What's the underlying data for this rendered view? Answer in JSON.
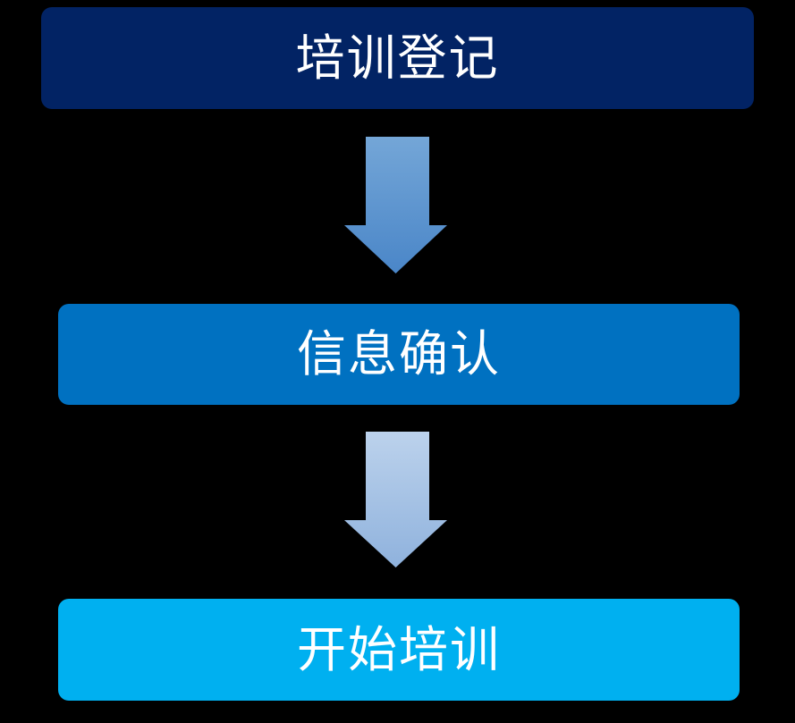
{
  "diagram": {
    "title": "training-process-flowchart",
    "background_color": "#000000",
    "text_color": "#ffffff",
    "steps": [
      {
        "label": "培训登记",
        "fill": "#022364"
      },
      {
        "label": "信息确认",
        "fill": "#0071C1"
      },
      {
        "label": "开始培训",
        "fill": "#00B0F0"
      }
    ],
    "arrows": [
      {
        "direction": "down",
        "gradient_top": "#74A6D7",
        "gradient_bottom": "#4A86C8"
      },
      {
        "direction": "down",
        "gradient_top": "#BCD2EC",
        "gradient_bottom": "#8FB2DD"
      }
    ]
  }
}
